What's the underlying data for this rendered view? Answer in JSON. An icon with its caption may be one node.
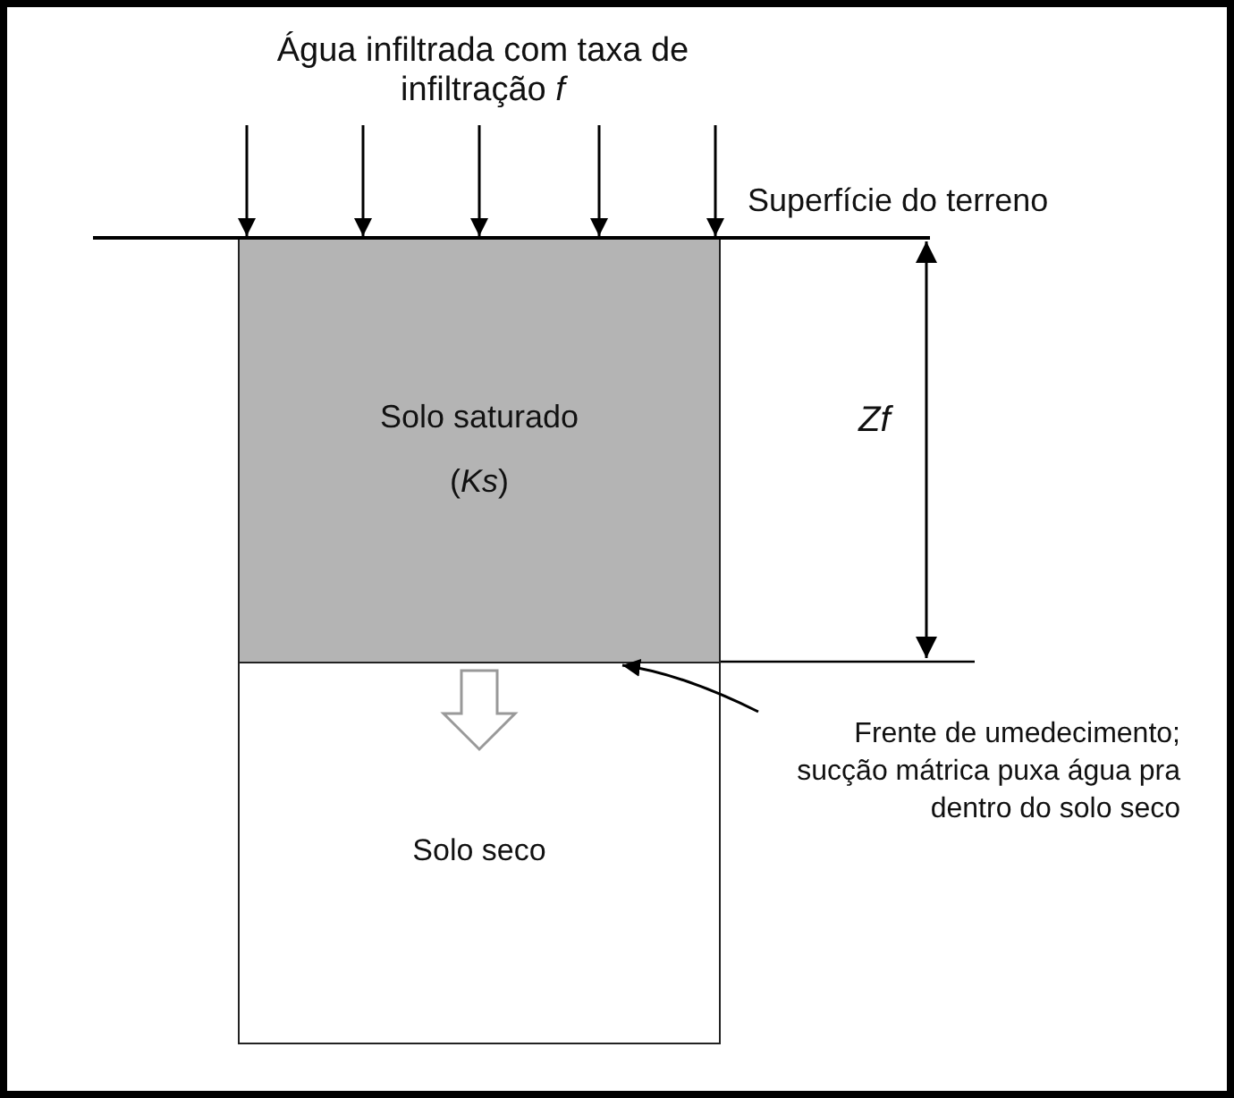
{
  "diagram": {
    "nodes": [
      {
        "text": [
          "Água infiltrada com taxa de infiltração *f*"
        ]
      },
      {
        "text": [
          "Solo saturado",
          "(*Ks*)"
        ]
      },
      {
        "text": [
          "Solo seco"
        ]
      },
      {
        "text": [
          "Frente de umedecimento; sucção mátrica puxa água pra dentro do solo seco"
        ]
      }
    ],
    "edges": [
      {
        "from": 0,
        "to": 1,
        "arrow": "to"
      },
      {
        "from": 0,
        "to": 1,
        "arrow": "to"
      },
      {
        "from": 0,
        "to": 1,
        "arrow": "to"
      },
      {
        "from": 0,
        "to": 1,
        "arrow": "to"
      },
      {
        "from": 0,
        "to": 1,
        "arrow": "to"
      },
      {
        "from": 3,
        "to": 2,
        "arrow": "to"
      }
    ],
    "labels": [
      "Superfície do terreno",
      "Zf"
    ]
  }
}
